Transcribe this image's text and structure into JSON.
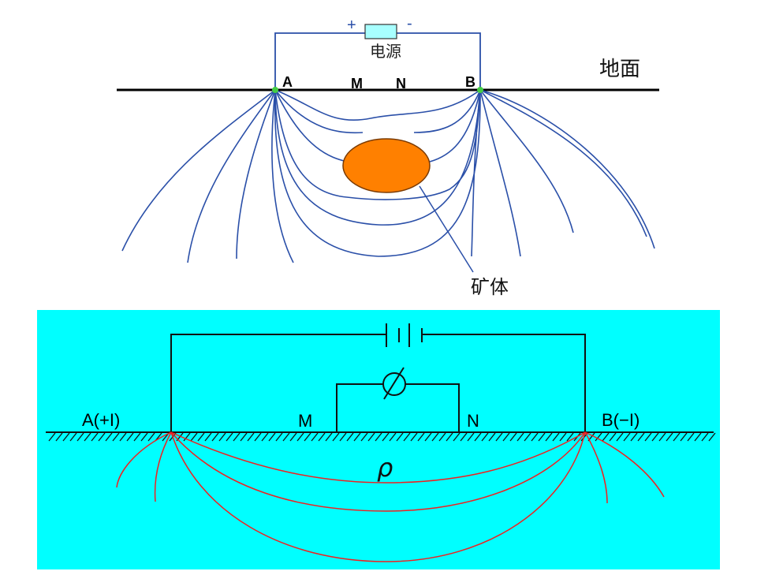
{
  "top_diagram": {
    "power_label": "电源",
    "plus": "+",
    "minus": "-",
    "ground_label": "地面",
    "electrode_a": "A",
    "electrode_m": "M",
    "electrode_n": "N",
    "electrode_b": "B",
    "orebody_label": "矿体",
    "colors": {
      "field_lines": "#2a4fa8",
      "orebody": "#ff8000",
      "power_box": "#a8ffff"
    }
  },
  "bottom_diagram": {
    "label_a": "A(+I)",
    "label_m": "M",
    "label_n": "N",
    "label_b": "B(−I)",
    "resistivity": "ρ",
    "colors": {
      "background": "#00ffff",
      "current_lines": "#f02020"
    }
  }
}
